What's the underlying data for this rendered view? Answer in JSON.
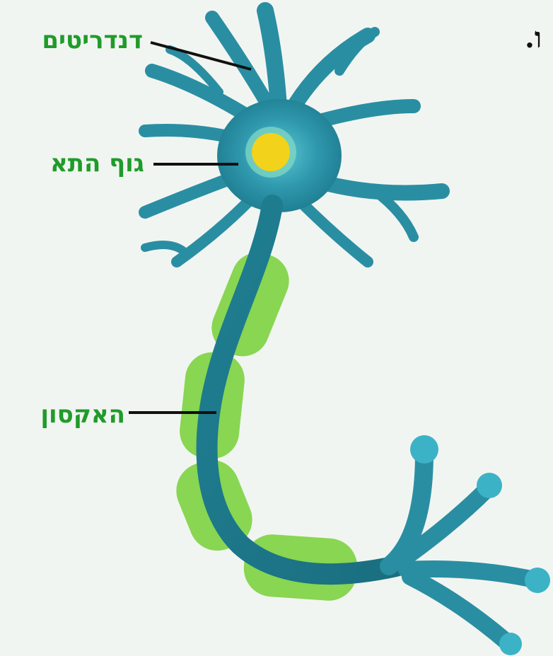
{
  "labels": {
    "dendrites": "דנדריטים",
    "cell_body": "גוף התא",
    "axon": "האקסון"
  },
  "edge_text": "ו.",
  "colors": {
    "label_text": "#1f9b2a",
    "leader_line": "#111111",
    "neuron_body": "#2a8ea3",
    "neuron_dark": "#1a6f80",
    "nucleus": "#f2d21a",
    "myelin": "#76cf3b"
  }
}
